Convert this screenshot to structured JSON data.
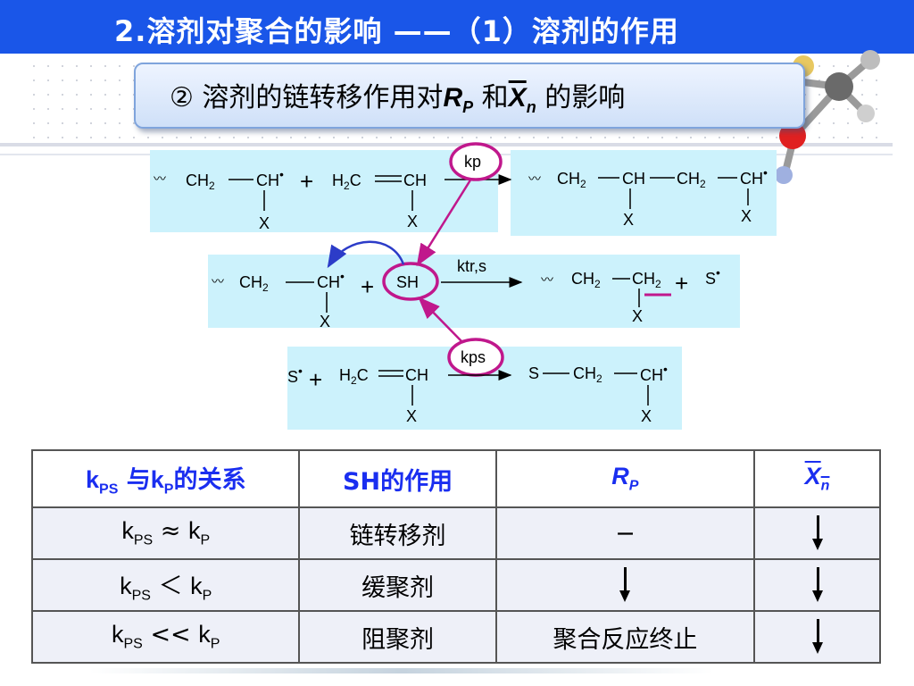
{
  "title": "2.溶剂对聚合的影响 ——（1）溶剂的作用",
  "subtitle": {
    "prefix": "② 溶剂的链转移作用对",
    "rp": "R",
    "rp_sub": "P",
    "mid": " 和",
    "xn": "X",
    "xn_sub": "n",
    "suffix": " 的影响"
  },
  "reactions": {
    "r1_left": "CH2—CH•",
    "monomer": "H2C═CH",
    "kp": "kp",
    "ktr": "ktr,s",
    "kps": "kps",
    "sh": "SH",
    "s_radical": "S•",
    "x": "X"
  },
  "table": {
    "headers": [
      {
        "main": "k",
        "sub": "PS",
        "rest": " 与k",
        "sub2": "P",
        "tail": "的关系"
      },
      "SH的作用",
      "R_P",
      "X_n"
    ],
    "rows": [
      {
        "relation": "≈",
        "role": "链转移剂",
        "rp": "−",
        "xn": "down"
      },
      {
        "relation": "＜",
        "role": "缓聚剂",
        "rp": "down",
        "xn": "down"
      },
      {
        "relation": "<<",
        "role": "阻聚剂",
        "rp": "聚合反应终止",
        "xn": "down"
      }
    ]
  },
  "colors": {
    "title_bg": "#1a56e8",
    "header_text": "#1a2ef0",
    "rxn_bg": "#ccf2fc",
    "circle": "#c0188c",
    "blue_arrow": "#2c3cc8"
  }
}
